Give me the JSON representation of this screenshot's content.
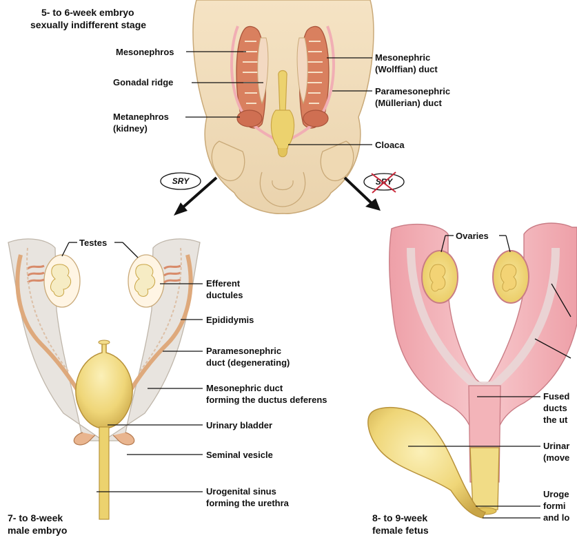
{
  "top_stage": {
    "line1": "5- to 6-week embryo",
    "line2": "sexually indifferent stage"
  },
  "top_labels": {
    "mesonephros": "Mesonephros",
    "gonadal_ridge": "Gonadal ridge",
    "metanephros_1": "Metanephros",
    "metanephros_2": "(kidney)",
    "mesonephric_1": "Mesonephric",
    "mesonephric_2": "(Wolffian) duct",
    "paramesonephric_1": "Paramesonephric",
    "paramesonephric_2": "(Müllerian) duct",
    "cloaca": "Cloaca"
  },
  "sry": {
    "left": "SRY",
    "right": "SRY"
  },
  "male": {
    "stage_1": "7- to 8-week",
    "stage_2": "male embryo",
    "testes": "Testes",
    "efferent_1": "Efferent",
    "efferent_2": "ductules",
    "epididymis": "Epididymis",
    "paramesonephric_1": "Paramesonephric",
    "paramesonephric_2": "duct (degenerating)",
    "mesonephric_1": "Mesonephric duct",
    "mesonephric_2": "forming the ductus deferens",
    "bladder": "Urinary bladder",
    "vesicle": "Seminal vesicle",
    "sinus_1": "Urogenital sinus",
    "sinus_2": "forming the urethra"
  },
  "female": {
    "stage_1": "8- to 9-week",
    "stage_2": "female fetus",
    "ovaries": "Ovaries",
    "fused_1": "Fused",
    "fused_2": "ducts",
    "fused_3": "the ut",
    "urinary_1": "Urinar",
    "urinary_2": "(move",
    "uroge_1": "Uroge",
    "uroge_2": "formi",
    "uroge_3": "and lo"
  },
  "colors": {
    "tissue": "#f2dfbe",
    "kidney": "#d9805f",
    "gold": "#ecd26e",
    "pink": "#f1aeb4",
    "duct": "#dea97c"
  }
}
